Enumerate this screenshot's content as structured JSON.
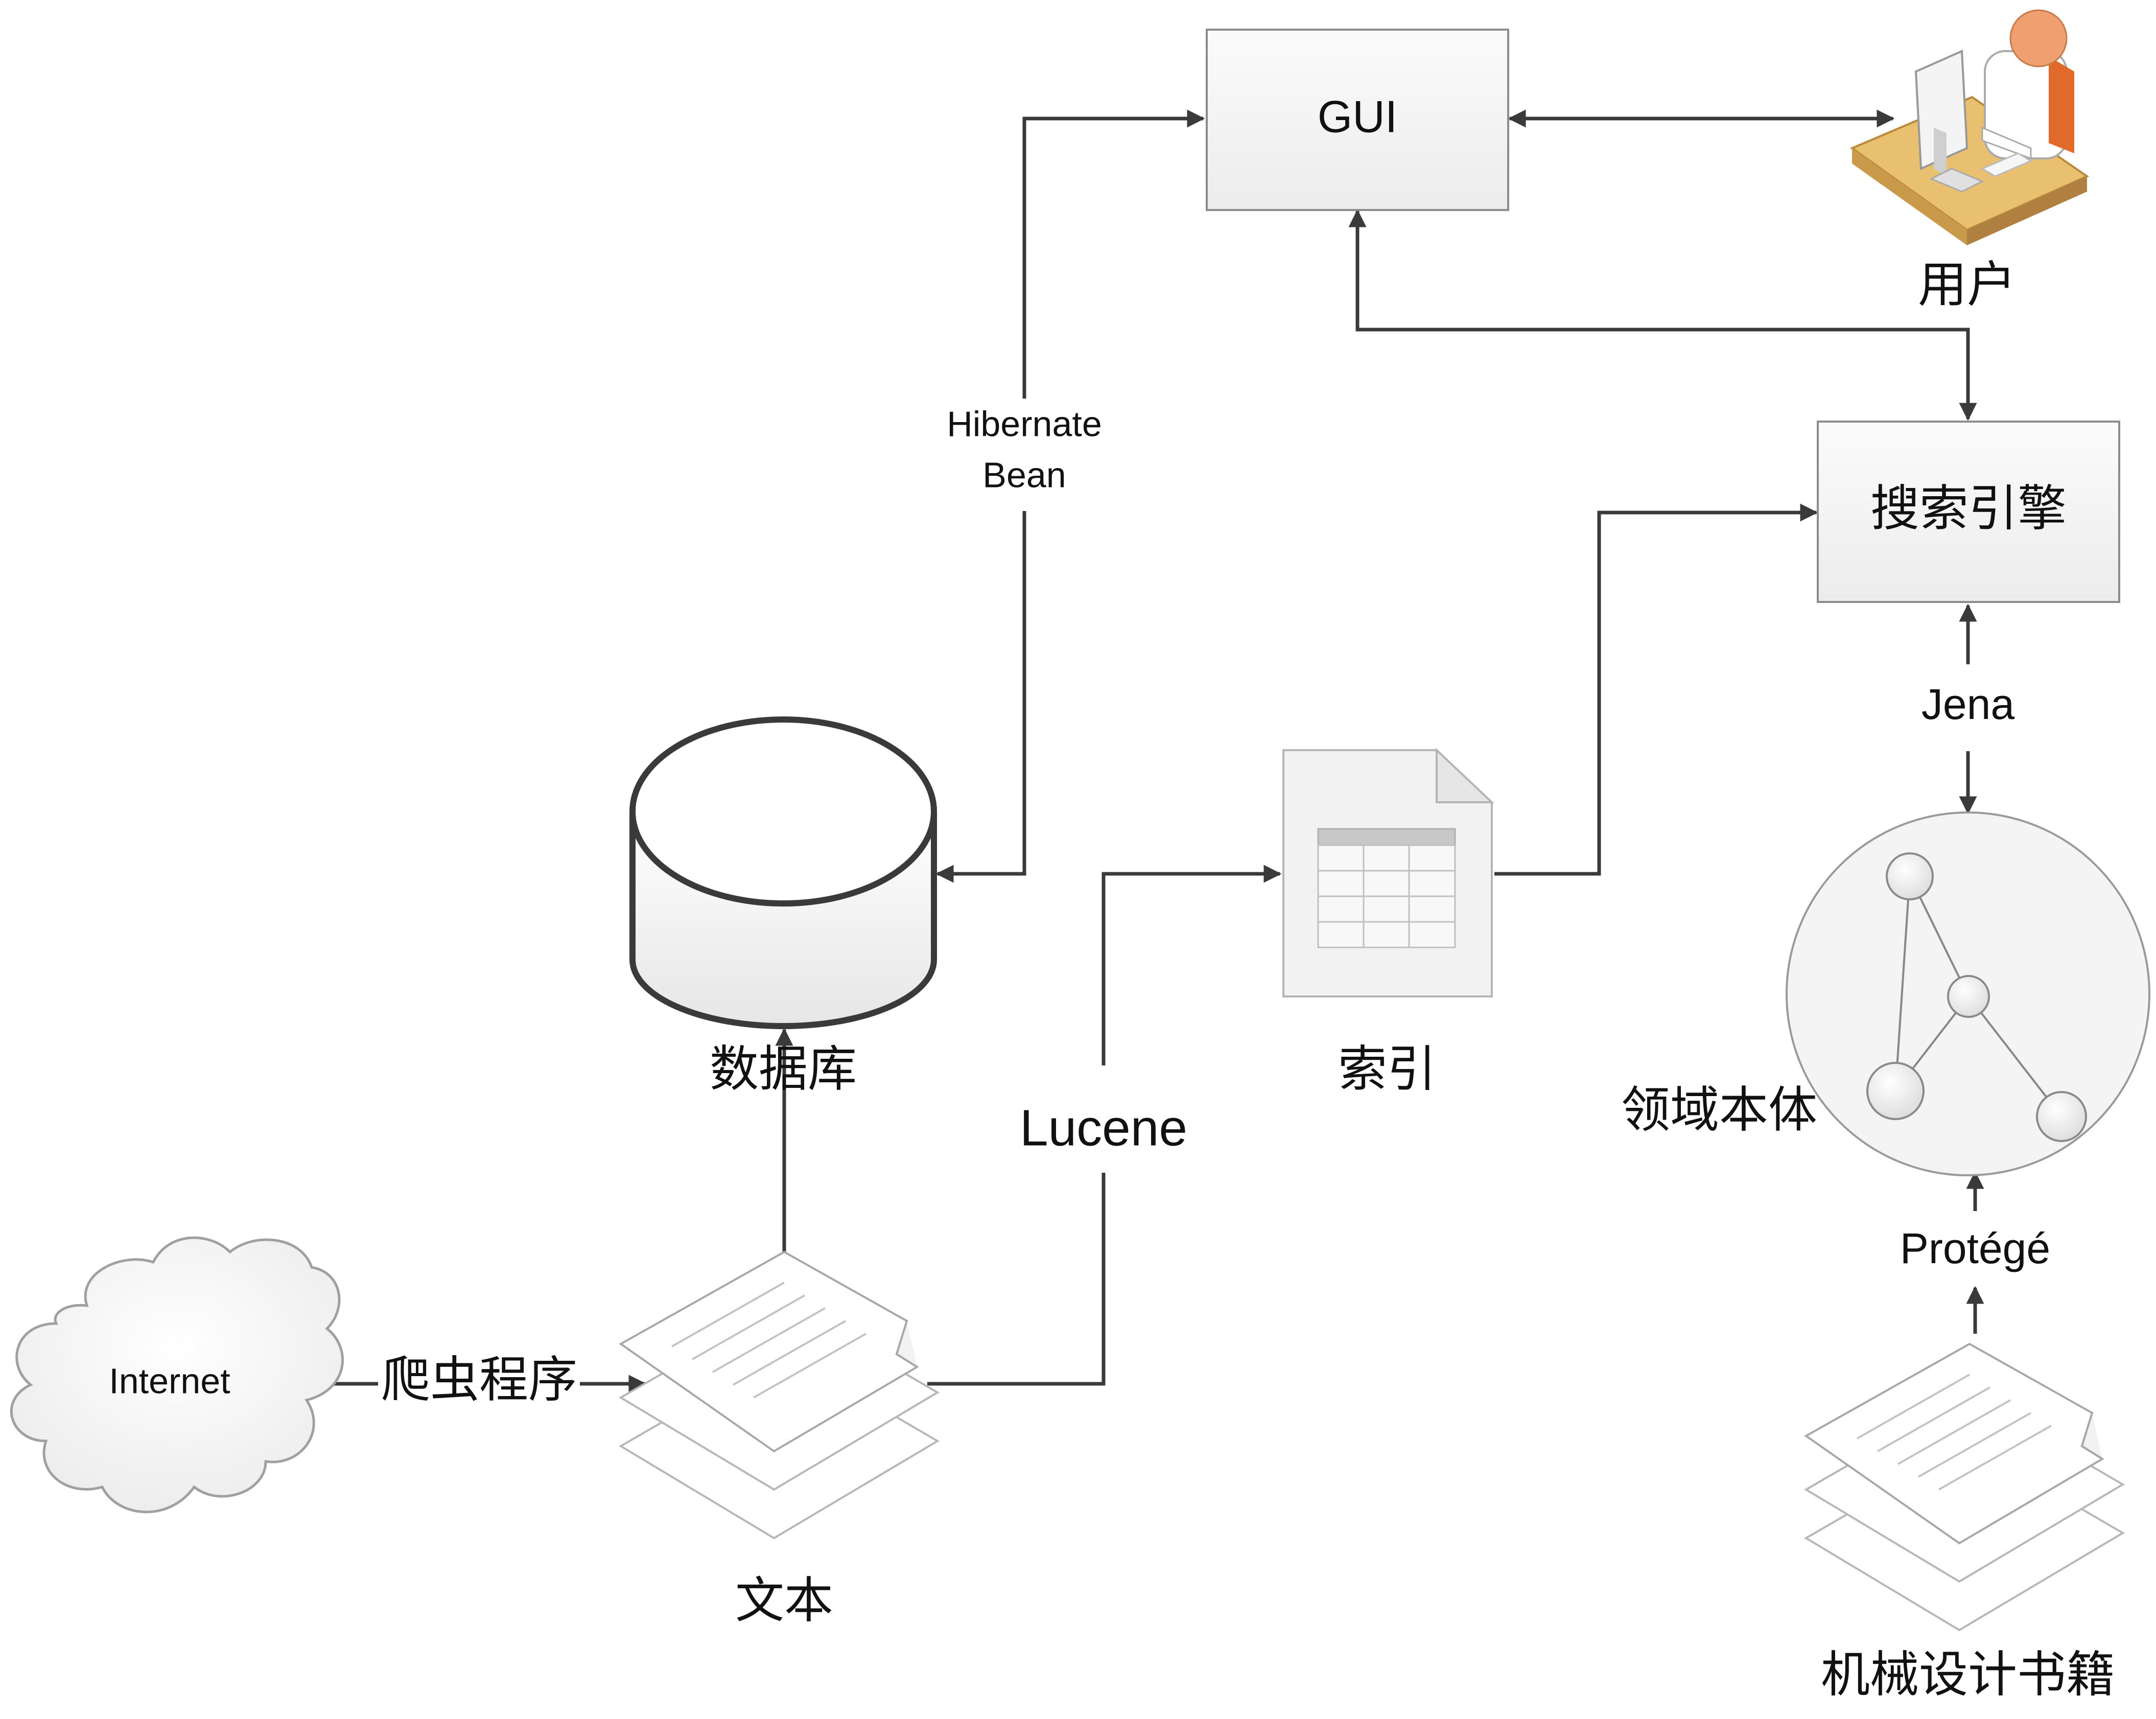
{
  "nodes": {
    "gui": {
      "label": "GUI",
      "icon": "box"
    },
    "user": {
      "label": "用户",
      "icon": "user-at-desk-icon"
    },
    "search_engine": {
      "label": "搜索引擎",
      "icon": "box"
    },
    "database": {
      "label": "数据库",
      "icon": "database-cylinder-icon"
    },
    "index": {
      "label": "索引",
      "icon": "table-document-icon"
    },
    "ontology": {
      "label": "领域本体",
      "icon": "graph-circle-icon"
    },
    "internet": {
      "label": "Internet",
      "icon": "cloud-icon"
    },
    "text": {
      "label": "文本",
      "icon": "stacked-documents-icon"
    },
    "books": {
      "label": "机械设计书籍",
      "icon": "stacked-documents-icon"
    }
  },
  "edges": {
    "hibernate": {
      "line1": "Hibernate",
      "line2": "Bean"
    },
    "lucene": {
      "label": "Lucene"
    },
    "jena": {
      "label": "Jena"
    },
    "protege": {
      "label": "Protégé"
    },
    "crawler": {
      "label": "爬虫程序"
    }
  },
  "colors": {
    "line": "#3a3a3a",
    "box_fill": "#f4f4f4",
    "box_stroke": "#8c8c8c",
    "user_skin": "#f0a070",
    "desk": "#e8c070"
  }
}
